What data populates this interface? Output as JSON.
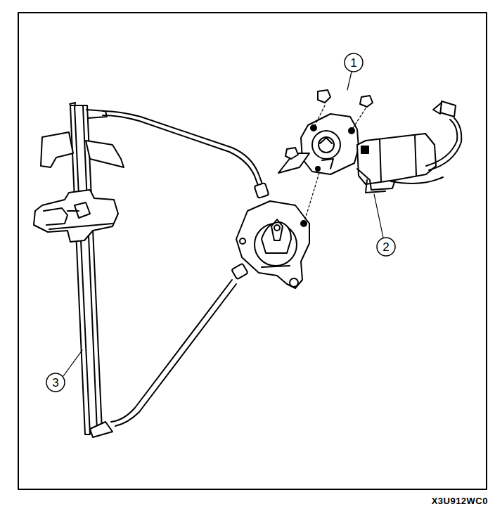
{
  "diagram": {
    "labels": [
      "1",
      "2",
      "3",
      "X3U912WC0"
    ]
  }
}
